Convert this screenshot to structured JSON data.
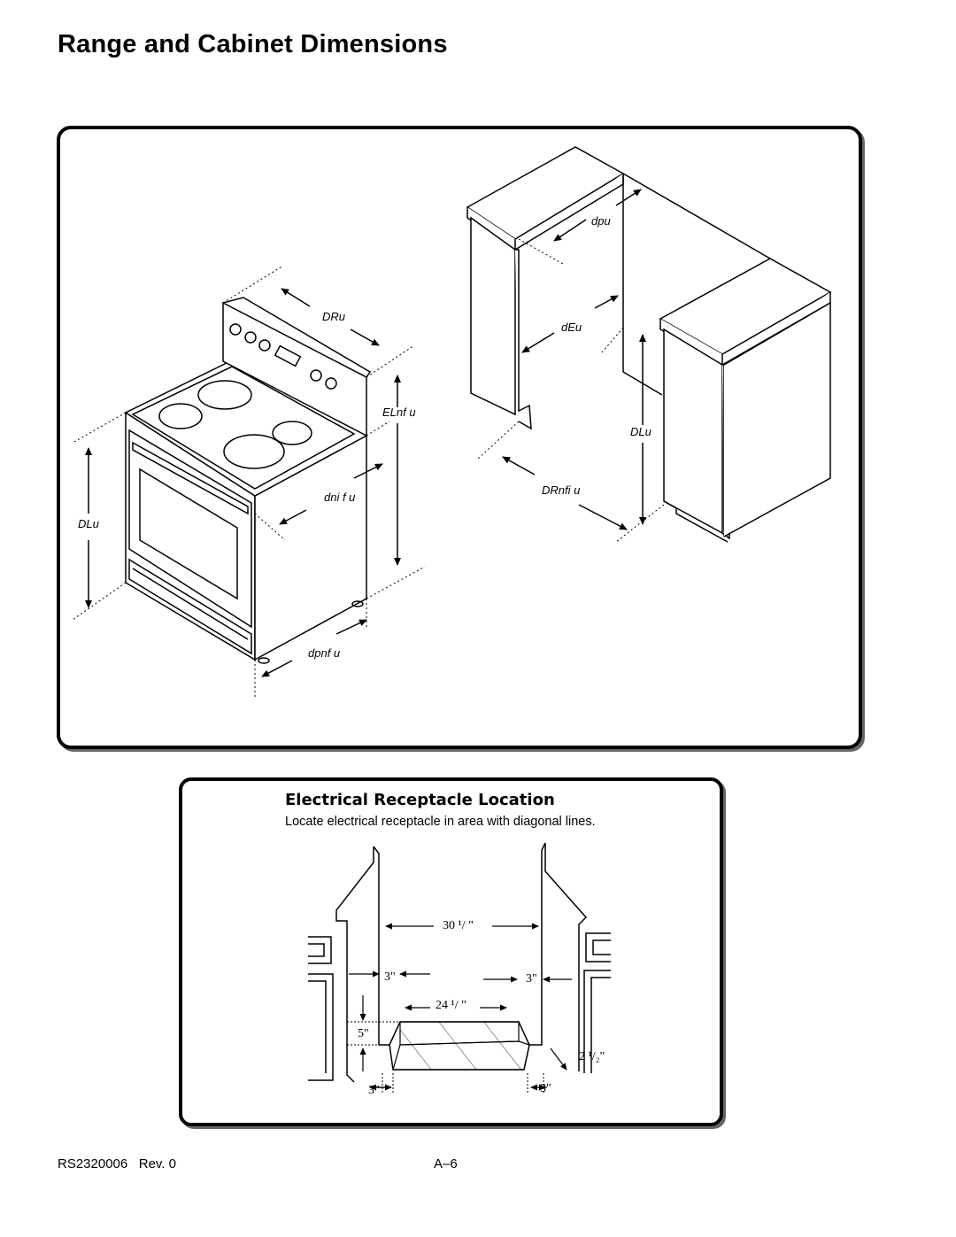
{
  "page": {
    "title": "Range and Cabinet Dimensions",
    "footer_left": "RS2320006   Rev. 0",
    "footer_center": "A–6"
  },
  "range_diagram": {
    "label_width": "DRu",
    "label_height": "ELnf u",
    "label_depth": "dnі f u",
    "label_side": "DLu",
    "label_bottom": "dpnf u"
  },
  "cabinet_diagram": {
    "label_top": "dpu",
    "label_mid": "dEu",
    "label_side": "DLu",
    "label_opening": "DRnfi u"
  },
  "receptacle": {
    "title": "Electrical Receptacle Location",
    "subtitle": "Locate electrical receptacle in area with diagonal lines.",
    "dim_top": "30 ¹/ \"",
    "dim_left": "3\"",
    "dim_right": "3\"",
    "dim_mid": "24 ¹/ \"",
    "dim_height": "5\"",
    "dim_angle": "2 ¹/₂\"",
    "dim_bottom_left": "3\"",
    "dim_bottom_right": "3\""
  }
}
